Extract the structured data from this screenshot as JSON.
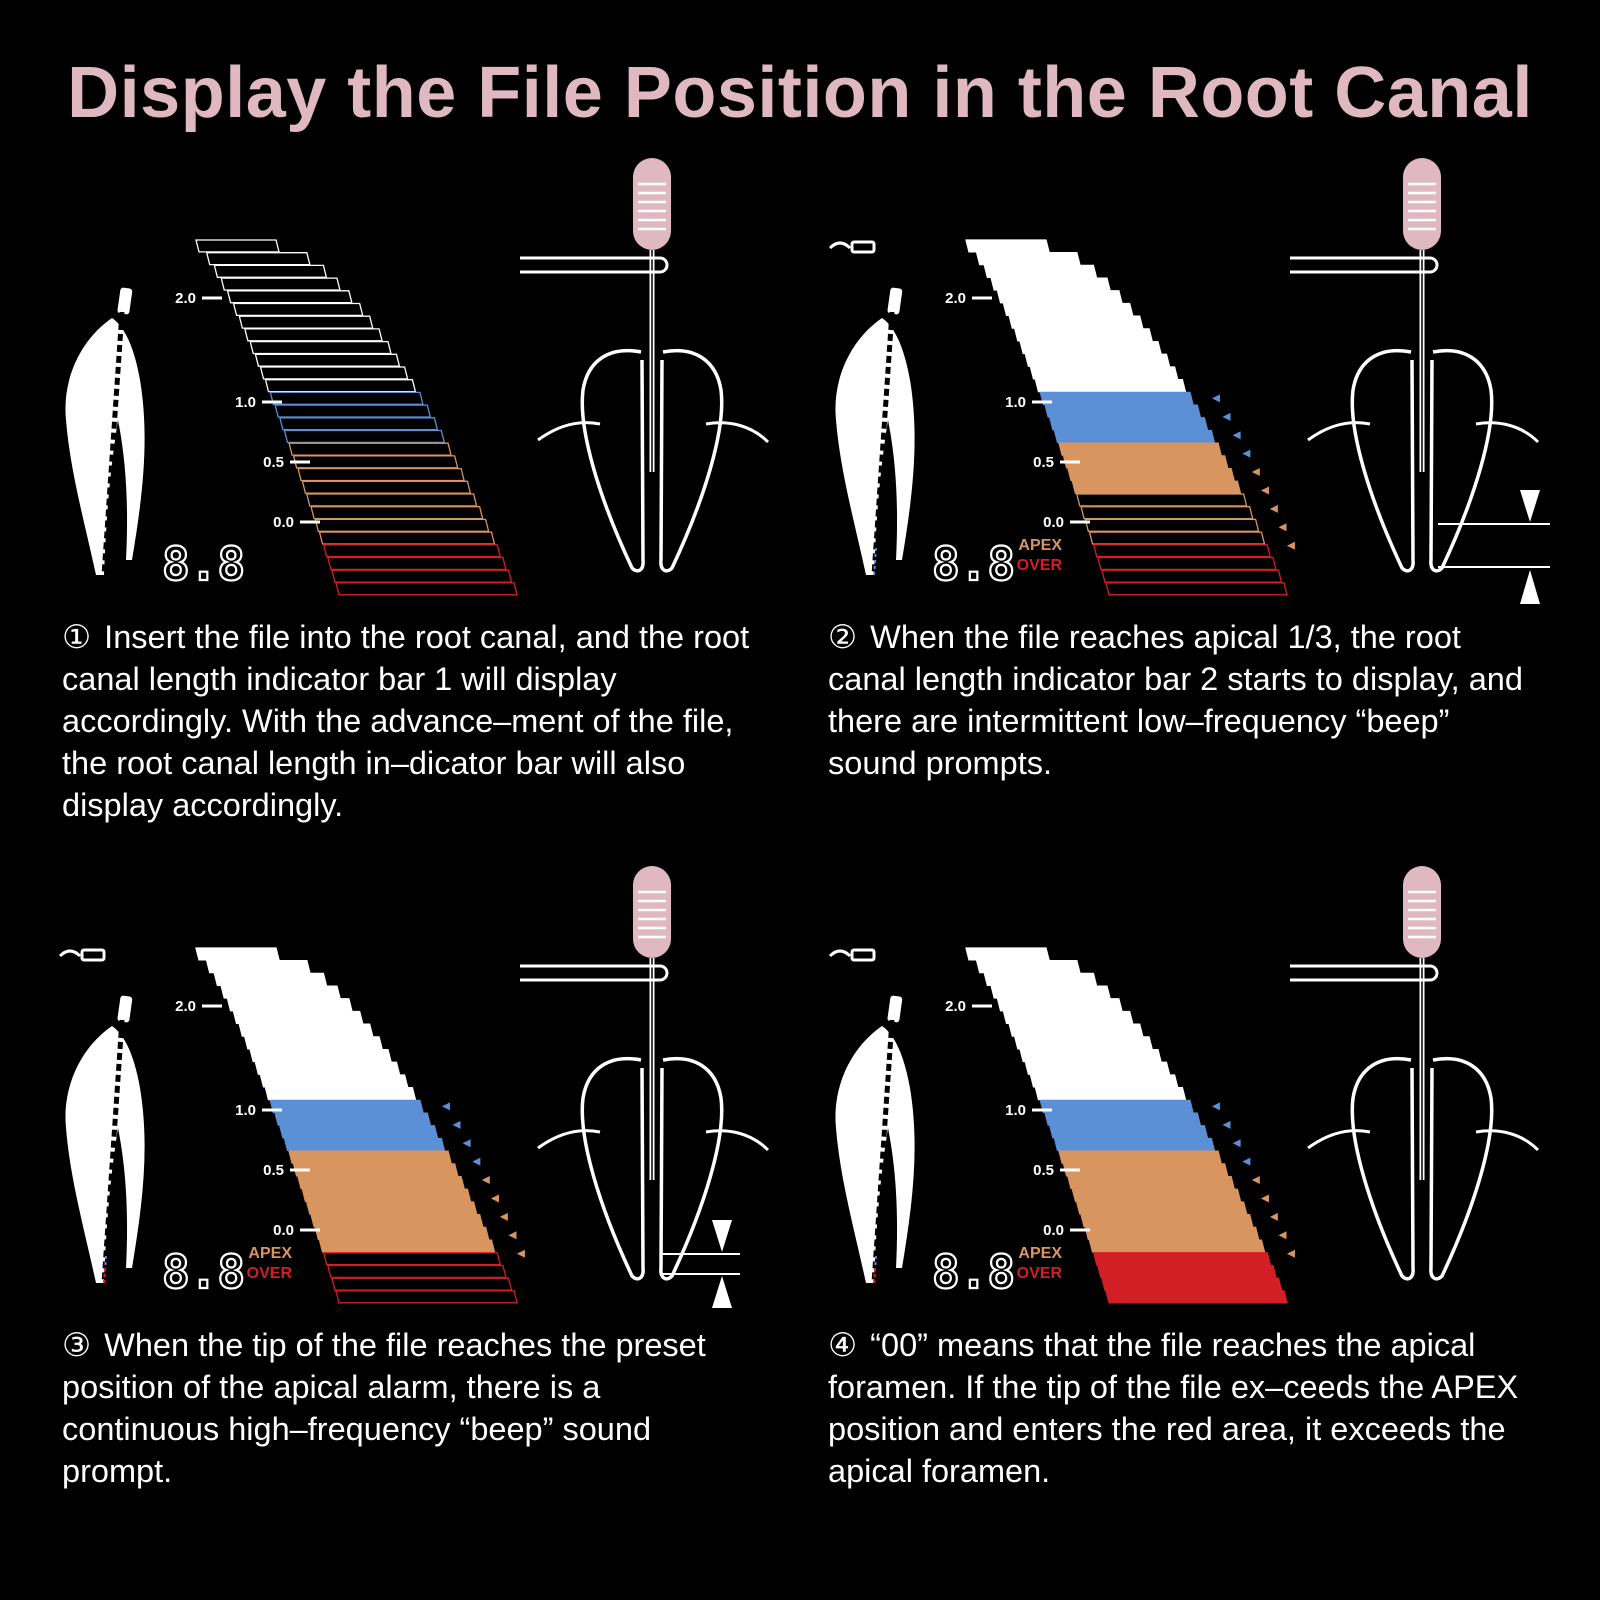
{
  "title": "Display the File Position in the Root Canal",
  "colors": {
    "title": "#e0b8c2",
    "blue": "#5b8fd6",
    "orange": "#d9955f",
    "red": "#d21f25",
    "white": "#ffffff"
  },
  "scale_labels": [
    "2.0",
    "1.0",
    "0.5",
    "0.0"
  ],
  "apex_label": "APEX",
  "over_label": "OVER",
  "display_digits": "8.8",
  "icons": {
    "file_icon": "file-stopper-icon",
    "tooth": "tooth-icon",
    "file": "endodontic-file-icon"
  },
  "panels": [
    {
      "number": "①",
      "text": "Insert the file into the root canal, and the root canal length indicator bar 1 will display accordingly. With the advance–ment of the file, the root canal length in–dicator bar will also display accordingly.",
      "stage": 1,
      "show_apex_labels": false,
      "show_file_icon": false,
      "show_arrows": false
    },
    {
      "number": "②",
      "text": "When the file reaches apical 1/3, the root canal length indicator bar 2 starts to display, and there are intermittent low–frequency “beep” sound prompts.",
      "stage": 2,
      "show_apex_labels": true,
      "show_file_icon": true,
      "show_arrows": true
    },
    {
      "number": "③",
      "text": "When the tip of the file reaches the preset position of the apical alarm, there is a continuous high–frequency “beep” sound prompt.",
      "stage": 3,
      "show_apex_labels": true,
      "show_file_icon": true,
      "show_arrows": true
    },
    {
      "number": "④",
      "text": "“00” means that the file reaches the apical foramen. If the tip of the file ex–ceeds the APEX position and enters the red area, it exceeds the apical foramen.",
      "stage": 4,
      "show_apex_labels": true,
      "show_file_icon": true,
      "show_arrows": false
    }
  ]
}
